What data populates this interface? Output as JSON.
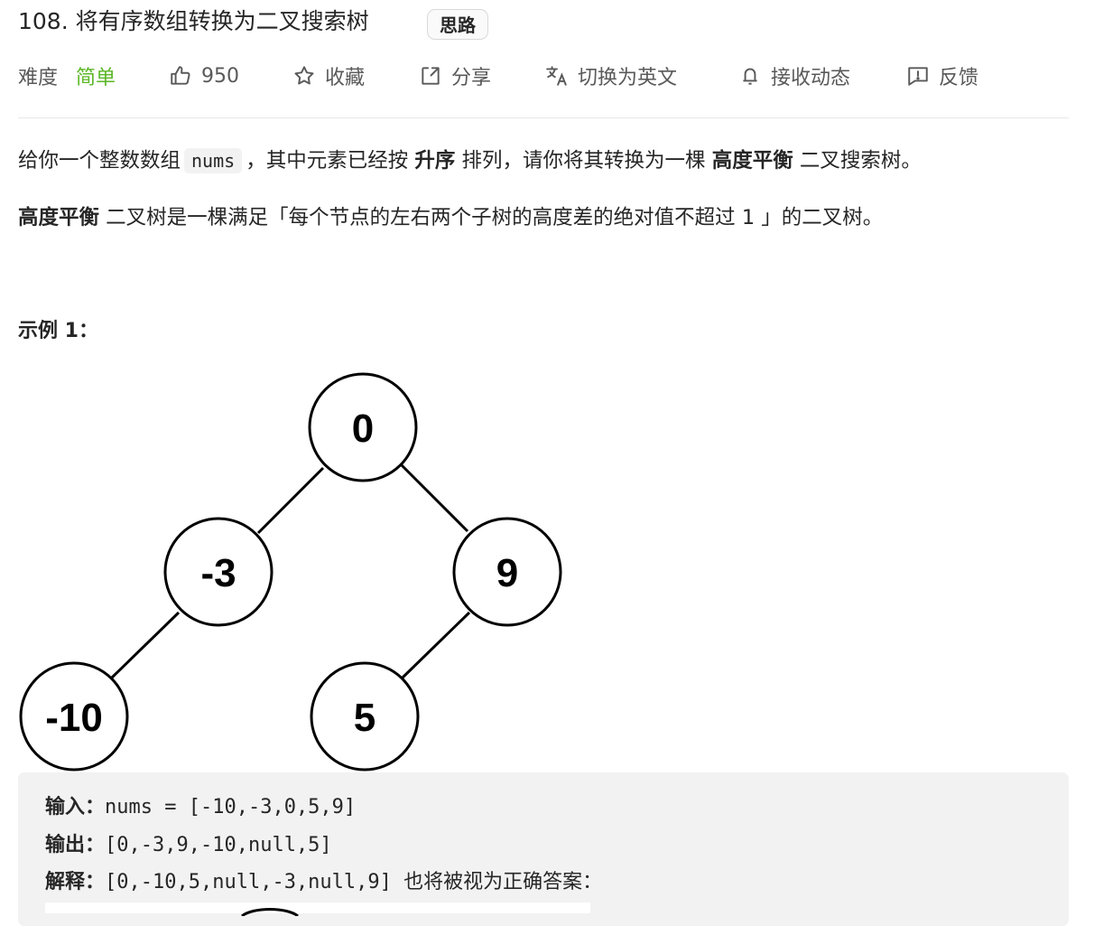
{
  "problem": {
    "title": "108. 将有序数组转换为二叉搜索树",
    "hint_badge": "思路"
  },
  "meta": {
    "difficulty_label": "难度",
    "difficulty_value": "简单",
    "likes": "950",
    "favorite_label": "收藏",
    "share_label": "分享",
    "switch_lang_label": "切换为英文",
    "subscribe_label": "接收动态",
    "feedback_label": "反馈",
    "colors": {
      "easy": "#5ab726",
      "text": "#262626",
      "muted": "#595959"
    },
    "icons": [
      "thumb-up-icon",
      "star-icon",
      "share-icon",
      "translate-icon",
      "bell-icon",
      "feedback-icon"
    ]
  },
  "description": {
    "p1_a": "给你一个整数数组",
    "p1_code": "nums",
    "p1_b": "，其中元素已经按",
    "p1_bold1": "升序",
    "p1_c": "排列，请你将其转换为一棵",
    "p1_bold2": "高度平衡",
    "p1_d": "二叉搜索树。",
    "p2_bold": "高度平衡",
    "p2_rest": "二叉树是一棵满足「每个节点的左右两个子树的高度差的绝对值不超过 1 」的二叉树。"
  },
  "example": {
    "title": "示例 1：",
    "tree_nodes": [
      "0",
      "-3",
      "9",
      "-10",
      "5"
    ],
    "input_label": "输入：",
    "input_value": "nums = [-10,-3,0,5,9]",
    "output_label": "输出：",
    "output_value": "[0,-3,9,-10,null,5]",
    "explain_label": "解释：",
    "explain_value": "[0,-10,5,null,-3,null,9]",
    "explain_text": "也将被视为正确答案："
  }
}
